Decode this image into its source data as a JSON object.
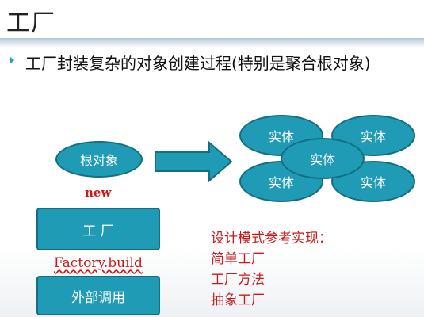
{
  "slide": {
    "title": "工厂",
    "bullet": "工厂封装复杂的对象创建过程(特别是聚合根对象)"
  },
  "diagram": {
    "root": "根对象",
    "new_label": "new",
    "factory": "工 厂",
    "factory_build_label": "Factory.build",
    "external": "外部调用",
    "entity": "实体",
    "patterns_title": "设计模式参考实现：",
    "patterns": [
      "简单工厂",
      "工厂方法",
      "抽象工厂"
    ]
  },
  "colors": {
    "shape_fill": "#1f9bb5",
    "shape_border": "#136e84",
    "accent_red": "#cc1a1a"
  }
}
